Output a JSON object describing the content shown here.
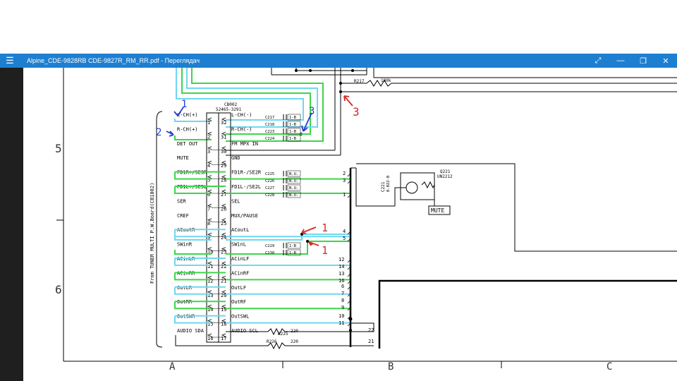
{
  "window": {
    "title": "Alpine_CDE-9828RB CDE-9827R_RM_RR.pdf - Переглядач",
    "menu_icon": "hamburger-menu-icon",
    "controls": [
      "expand-icon",
      "minimize-icon",
      "restore-icon",
      "close-icon"
    ],
    "accent_color": "#1e7fd0"
  },
  "schematic": {
    "row_markers": [
      "5",
      "6"
    ],
    "col_markers": [
      "A",
      "B",
      "C"
    ],
    "connector": {
      "ref": "CB002",
      "part": "52465-3291"
    },
    "board_label": "From TUNER MULTI P.W.Board(CB1002)",
    "left_pins": [
      {
        "label": "L-CH(+)",
        "num": "1"
      },
      {
        "label": "R-CH(+)",
        "num": "2"
      },
      {
        "label": "DET OUT",
        "num": "3"
      },
      {
        "label": "MUTE",
        "num": "4"
      },
      {
        "label": "FD1R+/SE3R",
        "num": "5"
      },
      {
        "label": "FD1L+/SE5L",
        "num": "6"
      },
      {
        "label": "SER",
        "num": "7"
      },
      {
        "label": "CREF",
        "num": "8"
      },
      {
        "label": "ACoutR",
        "num": "9"
      },
      {
        "label": "SWinR",
        "num": "10"
      },
      {
        "label": "ACinLR",
        "num": "11"
      },
      {
        "label": "ACinRR",
        "num": "12"
      },
      {
        "label": "OutLR",
        "num": "13"
      },
      {
        "label": "OutRR",
        "num": "14"
      },
      {
        "label": "OutSWR",
        "num": "15"
      },
      {
        "label": "AUDIO SDA",
        "num": "16"
      }
    ],
    "right_pins": [
      {
        "label": "L-CH(-)",
        "num": "32"
      },
      {
        "label": "R-CH(-)",
        "num": "31"
      },
      {
        "label": "FM MPX IN",
        "num": "30"
      },
      {
        "label": "GND",
        "num": "29"
      },
      {
        "label": "FD1R-/SE2R",
        "num": "28"
      },
      {
        "label": "FD1L-/SE2L",
        "num": "27"
      },
      {
        "label": "SEL",
        "num": "26"
      },
      {
        "label": "MUX/PAUSE",
        "num": "25"
      },
      {
        "label": "ACoutL",
        "num": "24"
      },
      {
        "label": "SWinL",
        "num": "23"
      },
      {
        "label": "ACinLF",
        "num": "22"
      },
      {
        "label": "ACinRF",
        "num": "21"
      },
      {
        "label": "OutLF",
        "num": "20"
      },
      {
        "label": "OutRF",
        "num": "19"
      },
      {
        "label": "OutSWL",
        "num": "18"
      },
      {
        "label": "AUDIO SCL",
        "num": "17"
      }
    ],
    "caps": [
      {
        "ref": "C217",
        "val": "1-B"
      },
      {
        "ref": "C218",
        "val": "1-B"
      },
      {
        "ref": "C223",
        "val": "1-B"
      },
      {
        "ref": "C224",
        "val": "1-B"
      },
      {
        "ref": "C225",
        "val": "N.U."
      },
      {
        "ref": "C226",
        "val": "N.U."
      },
      {
        "ref": "C227",
        "val": "N.U."
      },
      {
        "ref": "C228",
        "val": "N.U."
      },
      {
        "ref": "C229",
        "val": "1-B"
      },
      {
        "ref": "C230",
        "val": "1-B"
      }
    ],
    "bus_numbers": [
      "2",
      "3",
      "1",
      "4",
      "5",
      "12",
      "14",
      "13",
      "16",
      "6",
      "7",
      "8",
      "9",
      "10",
      "11",
      "22",
      "21"
    ],
    "resistors": [
      {
        "ref": "R217",
        "val": "100k"
      },
      {
        "ref": "R225",
        "val": "220"
      },
      {
        "ref": "R226",
        "val": "220"
      }
    ],
    "transistor": {
      "ref": "Q221",
      "part": "UN2212"
    },
    "cap_c221": {
      "ref": "C221",
      "val": "0.022-B"
    },
    "mute_label": "MUTE",
    "annotations": {
      "blue": [
        "1",
        "2",
        "3"
      ],
      "red": [
        "3",
        "1",
        "1"
      ]
    }
  }
}
